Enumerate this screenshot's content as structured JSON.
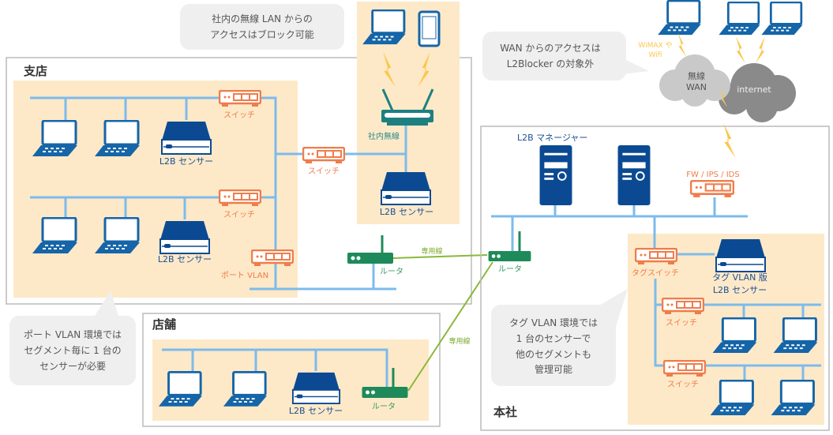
{
  "branch": {
    "title": "支店",
    "switch_label": "スイッチ",
    "sensor_label": "L2B センサー",
    "port_vlan_label": "ポート VLAN",
    "router_label": "ルータ",
    "leased_line_label": "専用線"
  },
  "wireless": {
    "ap_label": "社内無線",
    "sensor_label": "L2B センサー",
    "bubble": [
      "社内の無線 LAN からの",
      "アクセスはブロック可能"
    ]
  },
  "branch_note": [
    "ポート VLAN 環境では",
    "セグメント毎に 1 台の",
    "センサーが必要"
  ],
  "store": {
    "title": "店舗",
    "sensor_label": "L2B センサー",
    "router_label": "ルータ",
    "leased_line_label": "専用線"
  },
  "hq": {
    "title": "本社",
    "manager_label": "L2B マネージャー",
    "firewall_label": "FW / IPS / IDS",
    "router_label": "ルータ",
    "tag_switch_label": "タグスイッチ",
    "tag_sensor_label": [
      "タグ VLAN 版",
      "L2B センサー"
    ],
    "switch_label": "スイッチ",
    "note": [
      "タグ VLAN 環境では",
      "1 台のセンサーで",
      "他のセグメントも",
      "管理可能"
    ]
  },
  "wan": {
    "bubble": [
      "WAN からのアクセスは",
      "L2Blocker の対象外"
    ],
    "wireless_wan_label": [
      "無線",
      "WAN"
    ],
    "internet_label": "internet",
    "wimax_label": [
      "WiMAX や",
      "Wifi"
    ]
  },
  "colors": {
    "device_blue": "#0b4a92",
    "laptop_blue": "#1565a8",
    "switch_orange": "#f07c4a",
    "router_green": "#1e8a5a",
    "ap_teal": "#1d8080",
    "bus": "#7dbbec",
    "zone": "#fde9c8",
    "bubble": "#efefef",
    "bolt": "#fcc64a",
    "leased_line": "#8bb83a"
  }
}
